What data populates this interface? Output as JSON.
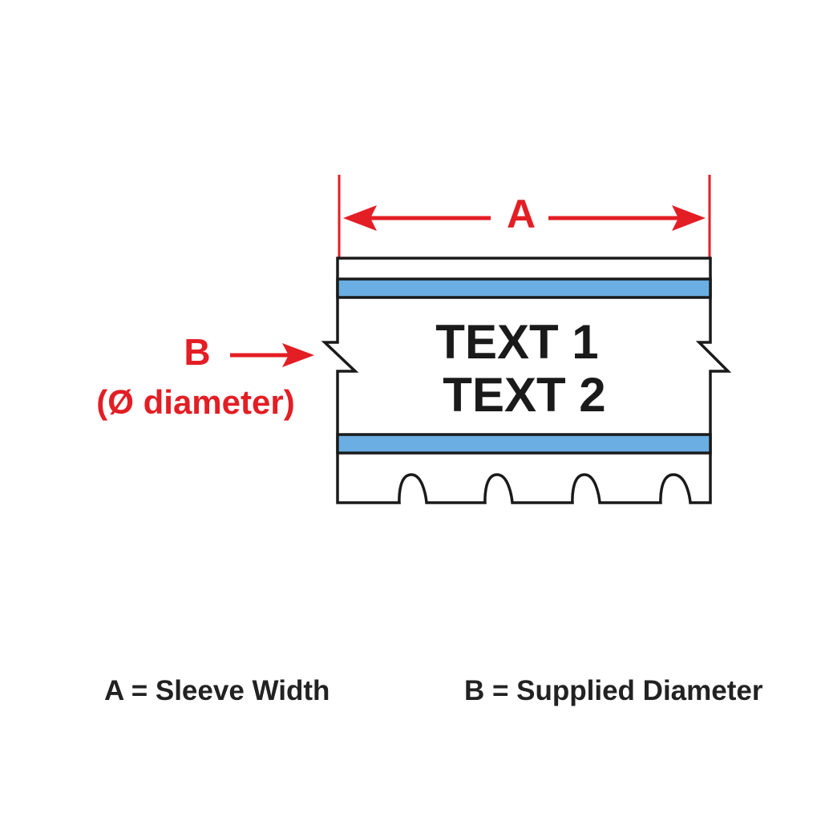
{
  "dimensions": {
    "a_label": "A",
    "b_label": "B",
    "b_sublabel": "(Ø diameter)"
  },
  "sleeve": {
    "text_line_1": "TEXT 1",
    "text_line_2": "TEXT 2"
  },
  "legend": {
    "a": "A = Sleeve Width",
    "b": "B = Supplied Diameter"
  },
  "colors": {
    "dimension_red": "#e31e24",
    "stripe_blue": "#6aaee3",
    "outline": "#1a1a1a",
    "text": "#222222"
  }
}
